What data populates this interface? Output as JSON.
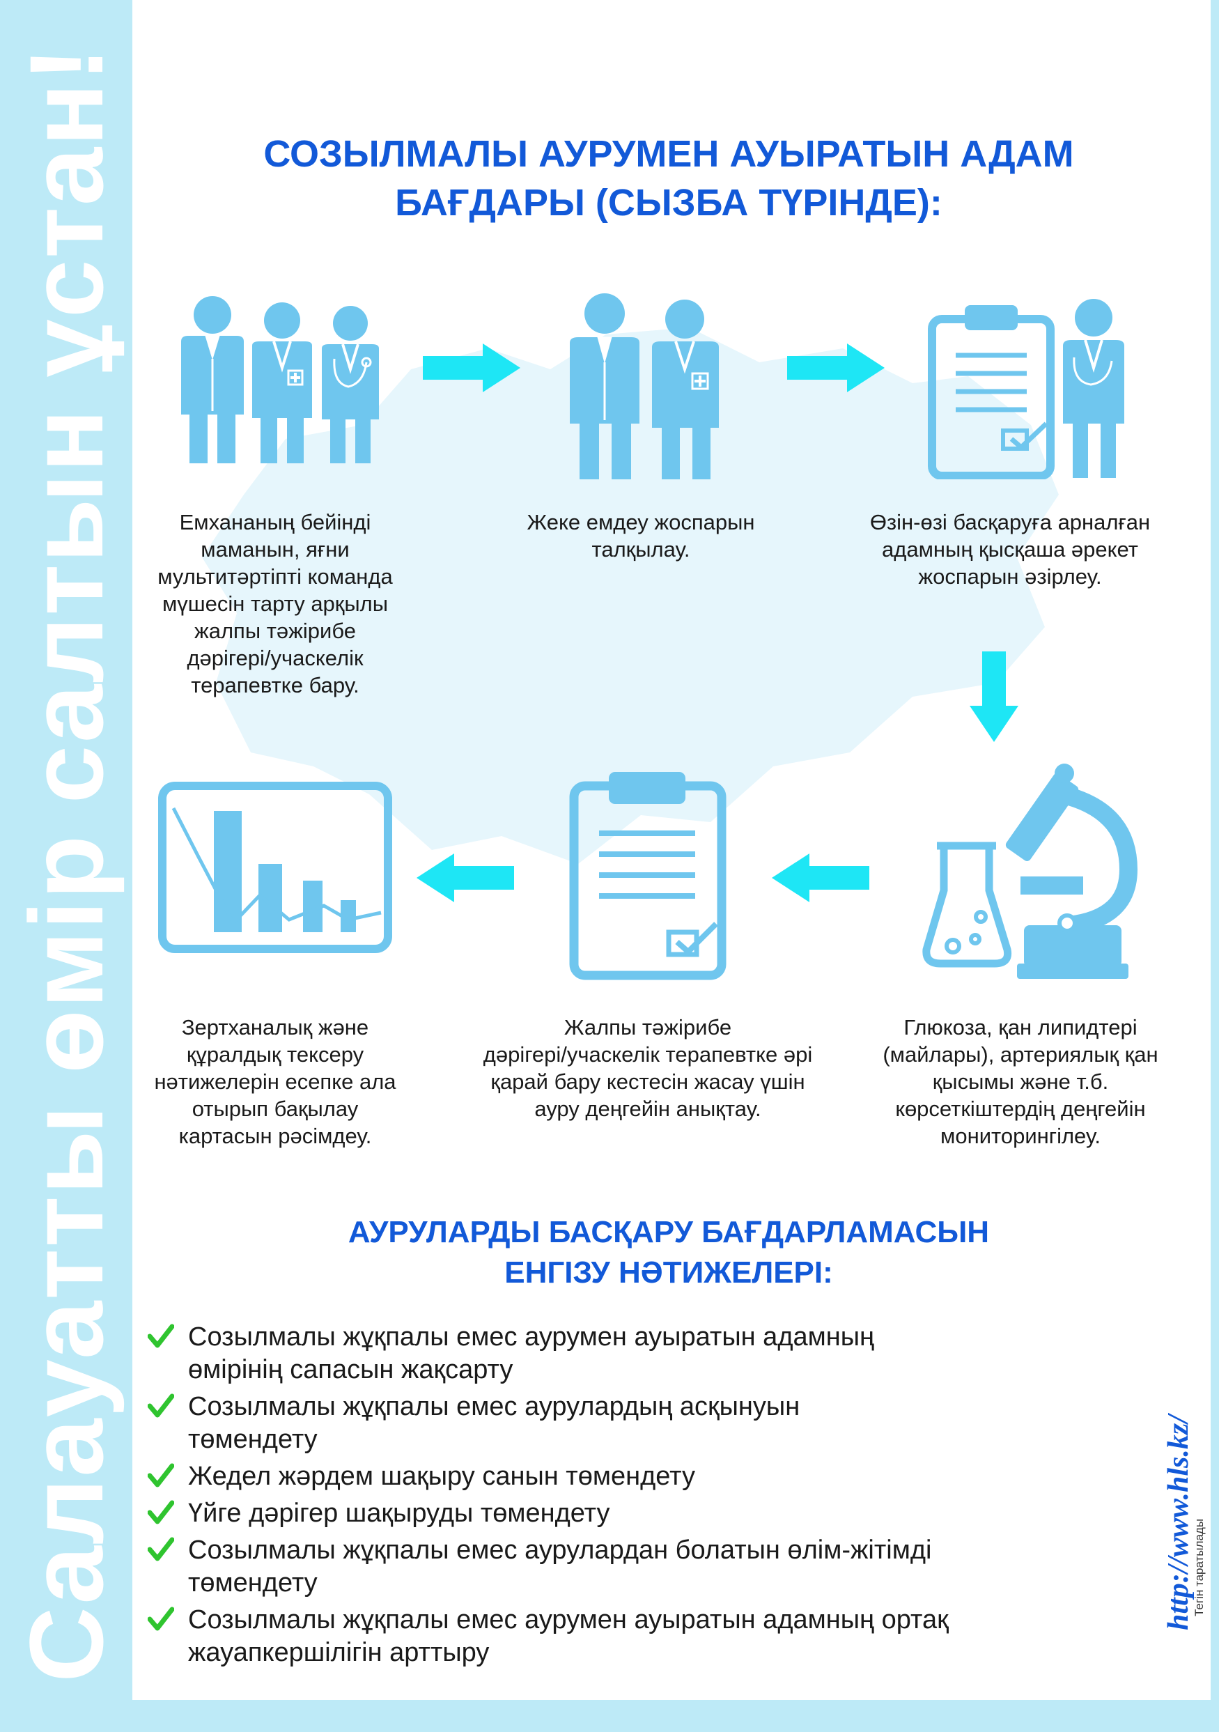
{
  "side_slogan": "Салауатты өмір салтын ұстан!",
  "main_title": {
    "line1": "СОЗЫЛМАЛЫ АУРУМЕН АУЫРАТЫН АДАМ",
    "line2": "БАҒДАРЫ (СЫЗБА ТҮРІНДЕ):"
  },
  "steps": [
    {
      "icon": "team-of-three-doctors-icon",
      "lines": [
        "Емхананың бейінді",
        "маманын, яғни",
        "мультитәртіпті команда",
        "мүшесін тарту арқылы",
        "жалпы тәжірибе",
        "дәрігері/учаскелік",
        "терапевтке бару."
      ]
    },
    {
      "icon": "patient-and-doctor-icon",
      "lines": [
        "Жеке емдеу жоспарын",
        "талқылау."
      ]
    },
    {
      "icon": "clipboard-and-doctor-icon",
      "lines": [
        "Өзін-өзі басқаруға арналған",
        "адамның қысқаша әрекет",
        "жоспарын әзірлеу."
      ]
    },
    {
      "icon": "flask-and-microscope-icon",
      "lines": [
        "Глюкоза, қан липидтері",
        "(майлары), артериялық қан",
        "қысымы және т.б.",
        "көрсеткіштердің деңгейін",
        "мониторингілеу."
      ]
    },
    {
      "icon": "clipboard-icon",
      "lines": [
        "Жалпы тәжірибе",
        "дәрігері/учаскелік терапевтке әрі",
        "қарай бару кестесін жасау үшін",
        "ауру деңгейін анықтау."
      ]
    },
    {
      "icon": "bar-chart-icon",
      "lines": [
        "Зертханалық және",
        "құралдық тексеру",
        "нәтижелерін есепке ала",
        "отырып бақылау",
        "картасын рәсімдеу."
      ]
    }
  ],
  "results_title": {
    "line1": "АУРУЛАРДЫ БАСҚАРУ БАҒДАРЛАМАСЫН",
    "line2": "ЕНГІЗУ НӘТИЖЕЛЕРІ:"
  },
  "results": [
    {
      "line1": "Созылмалы жұқпалы емес аурумен ауыратын адамның",
      "line2": "өмірінің сапасын жақсарту"
    },
    {
      "line1": "Созылмалы жұқпалы емес аурулардың асқынуын",
      "line2": "төмендету"
    },
    {
      "line1": "Жедел жәрдем шақыру санын төмендету",
      "line2": ""
    },
    {
      "line1": "Үйге дәрігер шақыруды төмендету",
      "line2": ""
    },
    {
      "line1": "Созылмалы жұқпалы емес аурулардан болатын өлім-жітімді",
      "line2": "төмендету"
    },
    {
      "line1": "Созылмалы жұқпалы емес аурумен ауыратын адамның ортақ",
      "line2": "жауапкершілігін арттыру"
    }
  ],
  "footer": {
    "url": "http://www.hls.kz/",
    "free": "Тегін таратылады"
  },
  "colors": {
    "title_blue": "#1259d8",
    "icon_blue": "#6fc6ee",
    "arrow_cyan": "#1ee6f5",
    "band": "#bdeaf7",
    "check_green": "#2fc42f",
    "map": "#e6f6fc"
  }
}
